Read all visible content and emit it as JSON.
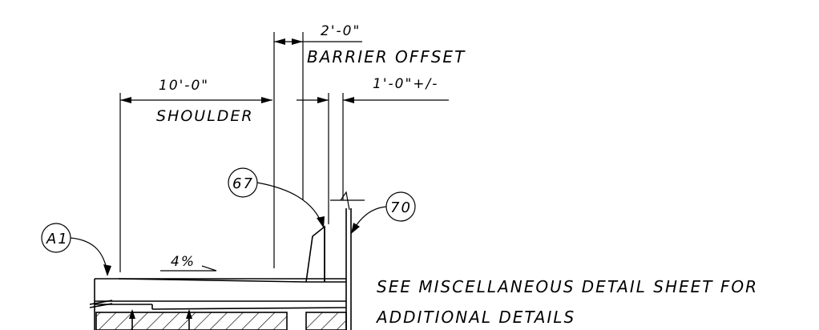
{
  "dimensions": {
    "barrier_offset": {
      "value": "2'-0\"",
      "label": "BARRIER OFFSET"
    },
    "shoulder": {
      "value": "10'-0\"",
      "label": "SHOULDER"
    },
    "gap": {
      "value": "1'-0\"+/-"
    }
  },
  "callouts": {
    "a1": "A1",
    "c67": "67",
    "c70": "70"
  },
  "slope": "4%",
  "note": {
    "line1": "SEE MISCELLANEOUS DETAIL SHEET FOR",
    "line2": "ADDITIONAL DETAILS"
  }
}
